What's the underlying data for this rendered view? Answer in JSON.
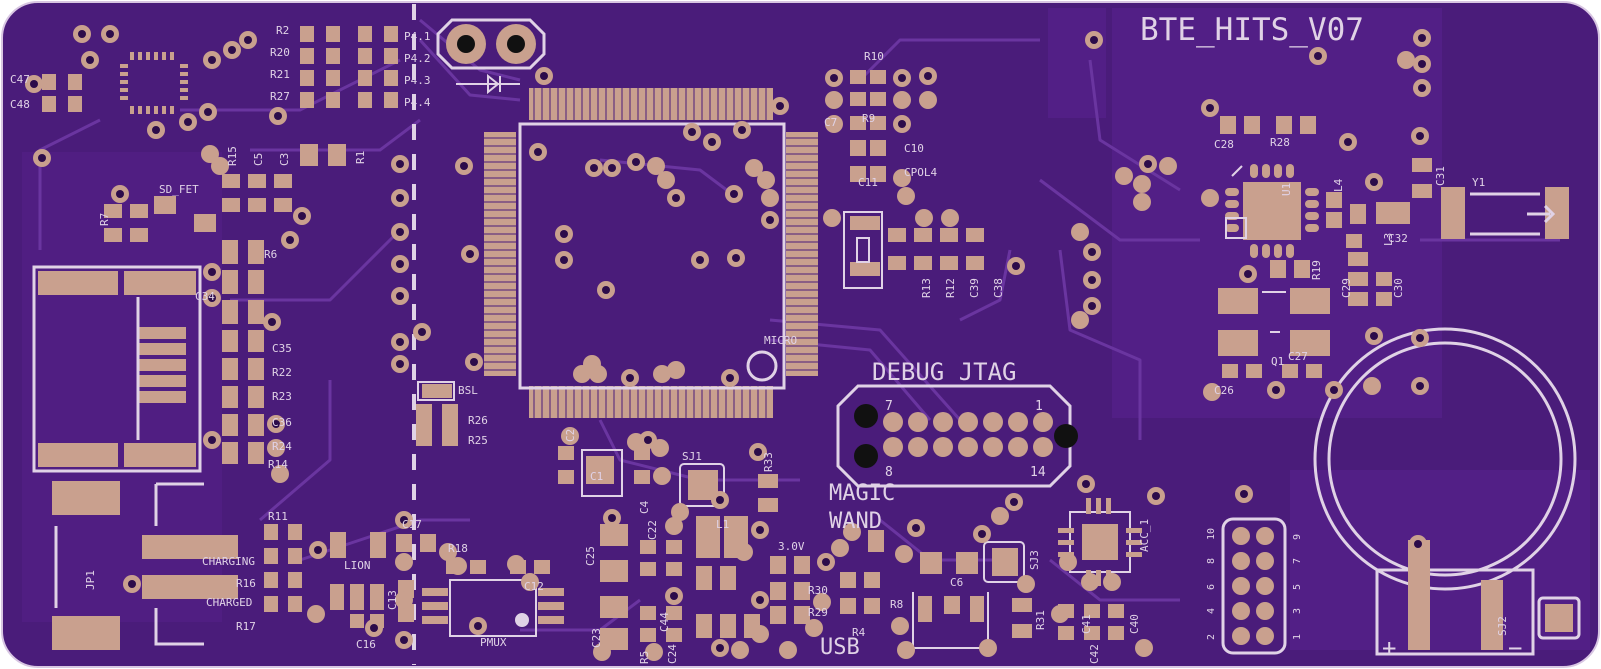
{
  "board": {
    "colors": {
      "board": "#4a1c7a",
      "copper_pour": "#521f86",
      "trace": "#6a35a0",
      "pad": "#c9a08e",
      "silk": "#e0d2e6",
      "via_hole": "#2c0c4a"
    },
    "title": "BTE_HITS_V07",
    "labels": {
      "debug": "DEBUG_JTAG",
      "wand1": "MAGIC",
      "wand2": "WAND",
      "usb": "USB",
      "micro": "MICRO",
      "sd_fet": "SD_FET",
      "bsl": "BSL",
      "charging": "CHARGING",
      "charged": "CHARGED",
      "lion": "LION",
      "pmux": "PMUX",
      "jp1": "JP1",
      "y1": "Y1",
      "sj1": "SJ1",
      "sj2": "SJ2",
      "sj3": "SJ3",
      "acc": "ACC_1",
      "v30": "3.0V",
      "cpol": "CPOL4",
      "q1": "Q1",
      "l1": "L1",
      "c12": "C12"
    },
    "jtag_numbers": {
      "p7": "7",
      "p1": "1",
      "p8": "8",
      "p14": "14"
    },
    "refdes": {
      "r2": "R2",
      "r20": "R20",
      "r21": "R21",
      "r27": "R27",
      "p41": "P4.1",
      "p42": "P4.2",
      "p43": "P4.3",
      "p44": "P4.4",
      "c47": "C47",
      "c48": "C48",
      "r15": "R15",
      "c5": "C5",
      "c3": "C3",
      "r1": "R1",
      "r7": "R7",
      "r6": "R6",
      "c34": "C34",
      "c35": "C35",
      "r22": "R22",
      "r23": "R23",
      "c36": "C36",
      "r24": "R24",
      "r14": "R14",
      "r26": "R26",
      "r25": "R25",
      "r10": "R10",
      "r9": "R9",
      "c7": "C7",
      "c10": "C10",
      "c11": "C11",
      "r13": "R13",
      "r12": "R12",
      "c39": "C39",
      "c38": "C38",
      "c28": "C28",
      "r28": "R28",
      "c31": "C31",
      "u1": "U1",
      "l4": "L4",
      "l3": "L3",
      "c32": "C32",
      "r19": "R19",
      "c29": "C29",
      "c30": "C30",
      "c26": "C26",
      "c27": "C27",
      "r11": "R11",
      "r16": "R16",
      "r17": "R17",
      "c16": "C16",
      "c13": "C13",
      "r18": "R18",
      "c17": "C17",
      "c2": "C2",
      "c1": "C1",
      "c4": "C4",
      "c22": "C22",
      "c25": "C25",
      "c23": "C23",
      "c44": "C44",
      "c24": "C24",
      "r5": "R5",
      "r33": "R33",
      "r30": "R30",
      "r29": "R29",
      "r8": "R8",
      "r4": "R4",
      "c6": "C6",
      "r31": "R31",
      "c41": "C41",
      "c42": "C42",
      "c40": "C40"
    },
    "header_numbers": {
      "n10": "10",
      "n9": "9",
      "n8": "8",
      "n7": "7",
      "n6": "6",
      "n5": "5",
      "n4": "4",
      "n3": "3",
      "n2": "2",
      "n1": "1"
    },
    "battery_marks": {
      "plus": "+",
      "minus": "−"
    }
  }
}
